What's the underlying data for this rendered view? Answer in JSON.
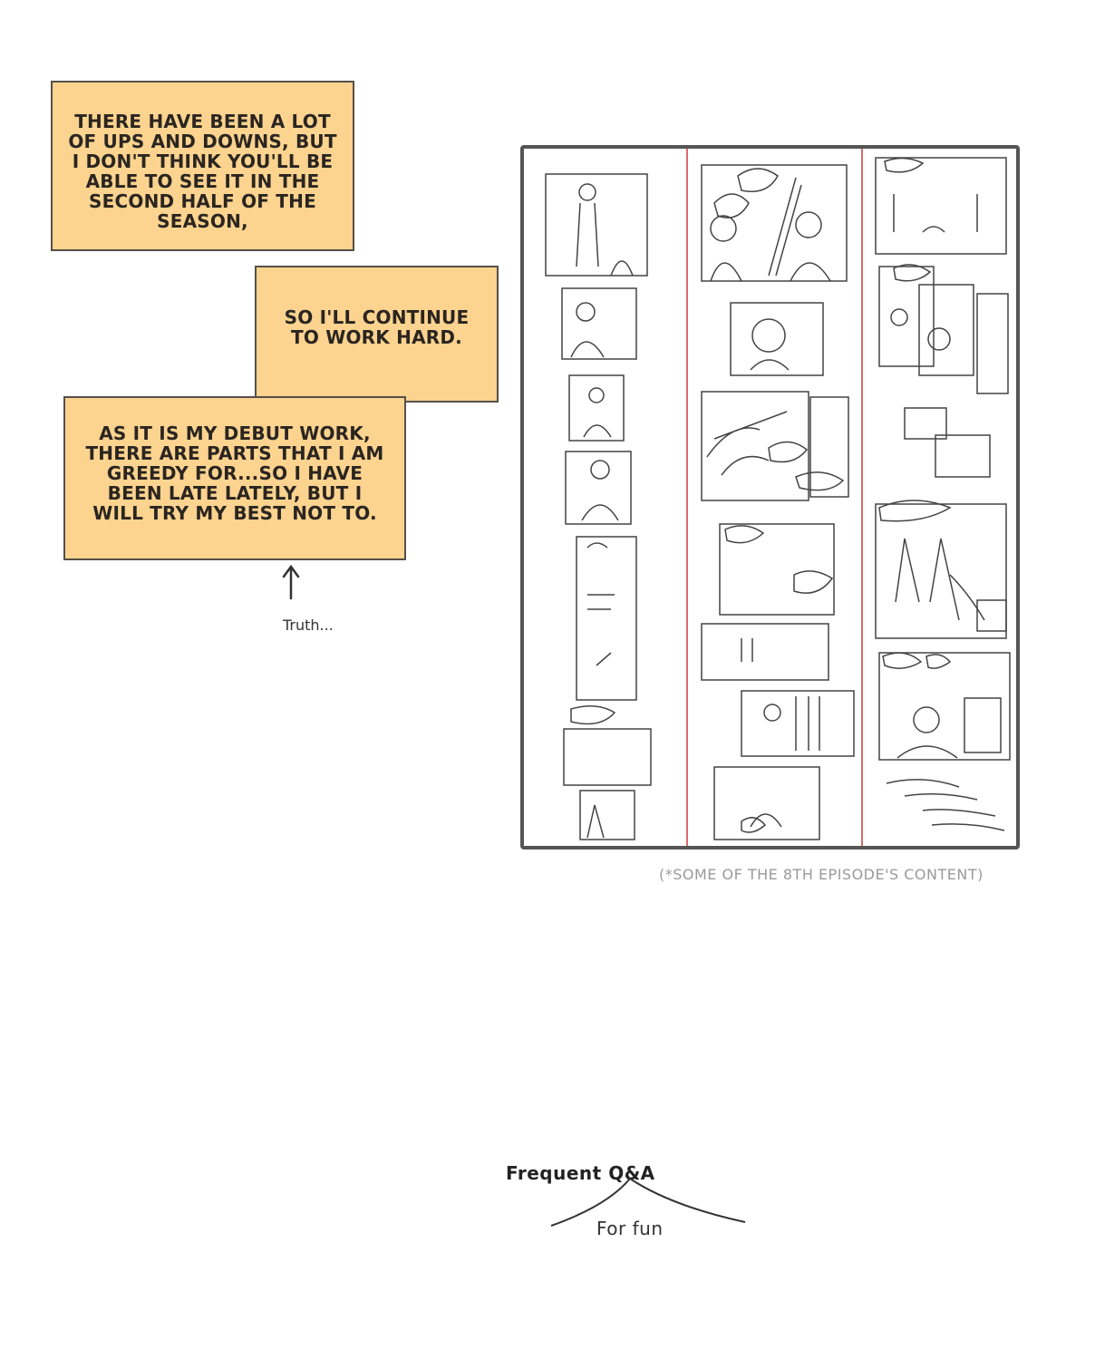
{
  "captions": {
    "box1": "There have been a lot of ups and downs, but I don't think you'll be able to see it in the second half of the season,",
    "box2": "So I'll continue to work hard.",
    "box3": "As it is my debut work, there are parts that I am greedy for...so I have been late lately, but I will try my best not to."
  },
  "annotation": {
    "arrow_icon": "up-arrow-icon",
    "text": "Truth..."
  },
  "storyboard": {
    "caption": "(*some of the 8th episode's content)"
  },
  "footer": {
    "title": "Frequent Q&A",
    "subtitle": "For fun"
  },
  "colors": {
    "caption_bg": "#fcd38f",
    "caption_border": "#555049",
    "divider_red": "#d23a3a"
  }
}
